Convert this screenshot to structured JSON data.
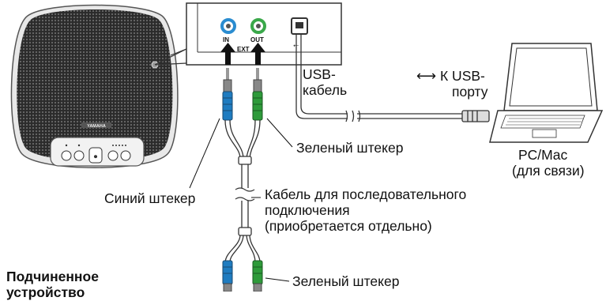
{
  "ports": {
    "in": "IN",
    "out": "OUT",
    "ext": "EXT"
  },
  "brand": "YAMAHA",
  "labels": {
    "usb_cable_1": "USB-",
    "usb_cable_2": "кабель",
    "to_usb_1": "К USB-",
    "to_usb_2": "порту",
    "green_plug_top": "Зеленый штекер",
    "blue_plug": "Синий штекер",
    "cascade_1": "Кабель для последовательного",
    "cascade_2": "подключения",
    "cascade_3": "(приобретается отдельно)",
    "green_plug_bottom": "Зеленый штекер",
    "pc_1": "PC/Mac",
    "pc_2": "(для связи)",
    "slave_1": "Подчиненное",
    "slave_2": "устройство"
  },
  "colors": {
    "blue_plug": "#1f7cc0",
    "green_plug": "#2e9a3a",
    "port_blue": "#2a8cd0",
    "port_green": "#3aa84a"
  }
}
